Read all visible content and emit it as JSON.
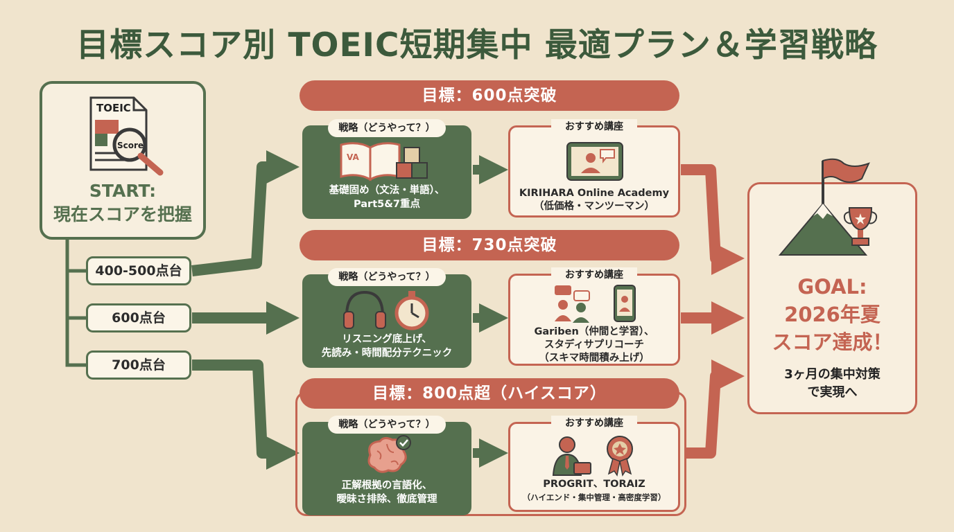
{
  "title": "目標スコア別 TOEIC短期集中 最適プラン＆学習戦略",
  "start": {
    "doc_label": "TOEIC",
    "magnifier_label": "Score",
    "title_line1": "START:",
    "title_line2": "現在スコアを把握"
  },
  "score_ranges": [
    "400-500点台",
    "600点台",
    "700点台"
  ],
  "plans": [
    {
      "goal": "目標：600点突破",
      "strategy_label": "戦略（どうやって？）",
      "strategy_line1": "基礎固め（文法・単語）、",
      "strategy_line2": "Part5&7重点",
      "course_label": "おすすめ講座",
      "course_line1": "KIRIHARA Online Academy",
      "course_line2": "（低価格・マンツーマン）",
      "course_line3": "",
      "book_label": "VA"
    },
    {
      "goal": "目標：730点突破",
      "strategy_label": "戦略（どうやって？）",
      "strategy_line1": "リスニング底上げ、",
      "strategy_line2": "先読み・時間配分テクニック",
      "course_label": "おすすめ講座",
      "course_line1": "Gariben（仲間と学習）、",
      "course_line2": "スタディサプリコーチ",
      "course_line3": "（スキマ時間積み上げ）"
    },
    {
      "goal": "目標：800点超（ハイスコア）",
      "strategy_label": "戦略（どうやって？）",
      "strategy_line1": "正解根拠の言語化、",
      "strategy_line2": "曖昧さ排除、徹底管理",
      "course_label": "おすすめ講座",
      "course_line1": "PROGRIT、TORAIZ",
      "course_line2": "（ハイエンド・集中管理・高密度学習）",
      "course_line3": ""
    }
  ],
  "goal": {
    "line1": "GOAL:",
    "line2": "2026年夏",
    "line3": "スコア達成！",
    "sub1": "3ヶ月の集中対策",
    "sub2": "で実現へ"
  },
  "colors": {
    "background": "#f0e4cd",
    "green": "#55704f",
    "terracotta": "#c46452",
    "title": "#3c5a3c"
  }
}
